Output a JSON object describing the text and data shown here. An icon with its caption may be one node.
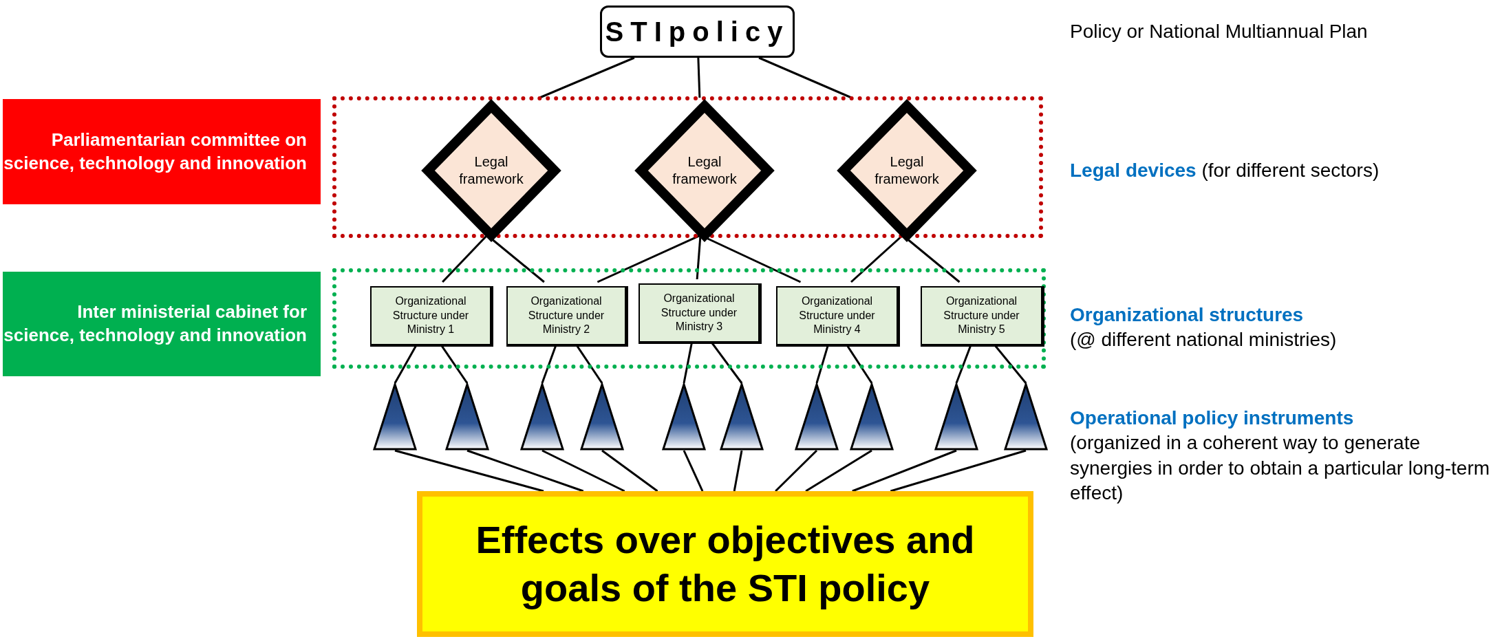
{
  "diagram": {
    "nodes": [
      {
        "text": [
          "STIpolicy"
        ]
      },
      {
        "text": [],
        "shape": "box"
      },
      {
        "text": [
          "Legal framework"
        ],
        "in": 1
      },
      {
        "text": [
          "Legal framework"
        ],
        "in": 1
      },
      {
        "text": [
          "Legal framework"
        ],
        "in": 1
      },
      {
        "text": [],
        "shape": "box"
      },
      {
        "text": [
          "Organizational Structure under Ministry 1"
        ],
        "in": 5
      },
      {
        "text": [
          "Organizational Structure under Ministry 2"
        ],
        "in": 5
      },
      {
        "text": [
          "Organizational Structure under Ministry 3"
        ],
        "in": 5
      },
      {
        "text": [
          "Organizational Structure under Ministry 4"
        ],
        "in": 5
      },
      {
        "text": [
          "Organizational Structure under Ministry 5"
        ],
        "in": 5
      },
      {
        "text": [],
        "shape": "triangle"
      },
      {
        "text": [],
        "shape": "triangle"
      },
      {
        "text": [],
        "shape": "triangle"
      },
      {
        "text": [],
        "shape": "triangle"
      },
      {
        "text": [],
        "shape": "triangle"
      },
      {
        "text": [],
        "shape": "triangle"
      },
      {
        "text": [],
        "shape": "triangle"
      },
      {
        "text": [],
        "shape": "triangle"
      },
      {
        "text": [],
        "shape": "triangle"
      },
      {
        "text": [],
        "shape": "triangle"
      },
      {
        "text": [
          "Effects over objectives and goals of the STI policy"
        ]
      },
      {
        "text": [
          "Parliamentarian committee on science, technology and innovation"
        ]
      },
      {
        "text": [
          "Inter ministerial cabinet for science, technology and innovation"
        ]
      }
    ],
    "edges": [
      {
        "from": 0,
        "to": 2,
        "arrow": "none"
      },
      {
        "from": 0,
        "to": 3,
        "arrow": "none"
      },
      {
        "from": 0,
        "to": 4,
        "arrow": "none"
      },
      {
        "from": 2,
        "to": 6,
        "arrow": "none"
      },
      {
        "from": 2,
        "to": 7,
        "arrow": "none"
      },
      {
        "from": 3,
        "to": 7,
        "arrow": "none"
      },
      {
        "from": 3,
        "to": 8,
        "arrow": "none"
      },
      {
        "from": 3,
        "to": 9,
        "arrow": "none"
      },
      {
        "from": 4,
        "to": 9,
        "arrow": "none"
      },
      {
        "from": 4,
        "to": 10,
        "arrow": "none"
      },
      {
        "from": 6,
        "to": 11,
        "arrow": "none"
      },
      {
        "from": 6,
        "to": 12,
        "arrow": "none"
      },
      {
        "from": 7,
        "to": 13,
        "arrow": "none"
      },
      {
        "from": 7,
        "to": 14,
        "arrow": "none"
      },
      {
        "from": 8,
        "to": 15,
        "arrow": "none"
      },
      {
        "from": 8,
        "to": 16,
        "arrow": "none"
      },
      {
        "from": 9,
        "to": 17,
        "arrow": "none"
      },
      {
        "from": 9,
        "to": 18,
        "arrow": "none"
      },
      {
        "from": 10,
        "to": 19,
        "arrow": "none"
      },
      {
        "from": 10,
        "to": 20,
        "arrow": "none"
      },
      {
        "from": 11,
        "to": 21,
        "arrow": "none"
      },
      {
        "from": 12,
        "to": 21,
        "arrow": "none"
      },
      {
        "from": 13,
        "to": 21,
        "arrow": "none"
      },
      {
        "from": 14,
        "to": 21,
        "arrow": "none"
      },
      {
        "from": 15,
        "to": 21,
        "arrow": "none"
      },
      {
        "from": 16,
        "to": 21,
        "arrow": "none"
      },
      {
        "from": 17,
        "to": 21,
        "arrow": "none"
      },
      {
        "from": 18,
        "to": 21,
        "arrow": "none"
      },
      {
        "from": 19,
        "to": 21,
        "arrow": "none"
      },
      {
        "from": 20,
        "to": 21,
        "arrow": "none"
      }
    ],
    "labels": [
      "Policy or National Multiannual Plan",
      "**Legal devices** (for different sectors)",
      "**Organizational structures** (@ different national ministries)",
      "**Operational policy instruments** (organized in a coherent way to generate synergies in order to obtain a particular long-term effect)"
    ]
  }
}
